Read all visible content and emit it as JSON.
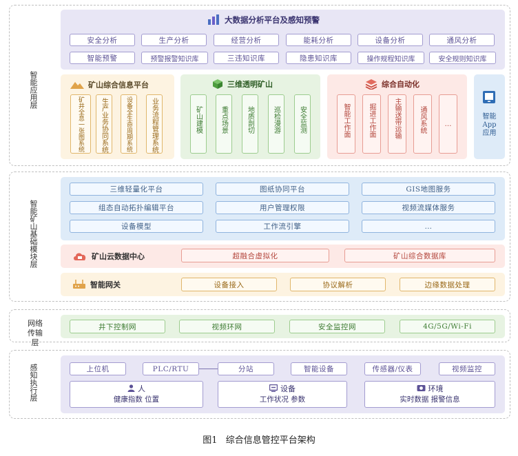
{
  "layers": {
    "app": "智能应用层",
    "base": "智能矿山基础模块层",
    "net": "网络传输层",
    "sense": "感知执行层"
  },
  "bigdata": {
    "title": "大数据分析平台及感知预警",
    "row1": [
      "安全分析",
      "生产分析",
      "经营分析",
      "能耗分析",
      "设备分析",
      "通风分析"
    ],
    "row2": [
      "智能预警",
      "预警报警知识库",
      "三违知识库",
      "隐患知识库",
      "操作规程知识库",
      "安全规则知识库"
    ]
  },
  "mine_info": {
    "title": "矿山综合信息平台",
    "items": [
      "矿井全息一张图系统",
      "生产业务协同系统",
      "设备全生命周期系统",
      "业务流程管理系统"
    ]
  },
  "transparent": {
    "title": "三维透明矿山",
    "items": [
      "矿山建模",
      "重点场景",
      "地质剖切",
      "巡检漫游",
      "安全监测"
    ]
  },
  "automation": {
    "title": "综合自动化",
    "items": [
      "智能工作面",
      "掘进工作面",
      "主输送带运输",
      "通风系统",
      "…"
    ]
  },
  "app_block": {
    "label1": "智能",
    "label2": "App",
    "label3": "应用"
  },
  "base_services": {
    "rows": [
      [
        "三维轻量化平台",
        "图纸协同平台",
        "GIS地图服务"
      ],
      [
        "组态自动拓扑编辑平台",
        "用户管理权限",
        "视频流媒体服务"
      ],
      [
        "设备模型",
        "工作流引擎",
        "…"
      ]
    ]
  },
  "cloud": {
    "title": "矿山云数据中心",
    "items": [
      "超融合虚拟化",
      "矿山综合数据库"
    ]
  },
  "gateway": {
    "title": "智能网关",
    "items": [
      "设备接入",
      "协议解析",
      "边缘数据处理"
    ]
  },
  "network": {
    "items": [
      "井下控制网",
      "视频环网",
      "安全监控网",
      "4G/5G/Wi-Fi"
    ]
  },
  "sensing": {
    "top": [
      "上位机",
      "PLC/RTU",
      "分站",
      "智能设备",
      "传感器/仪表",
      "视频监控"
    ],
    "groups": [
      {
        "title": "人",
        "desc": "健康指数 位置"
      },
      {
        "title": "设备",
        "desc": "工作状况 参数"
      },
      {
        "title": "环境",
        "desc": "实时数据 报警信息"
      }
    ]
  },
  "caption": {
    "fig": "图1",
    "text": "综合信息管控平台架构"
  },
  "colors": {
    "purple_bg": "#e8e6f5",
    "orange_bg": "#fdf3e1",
    "green_bg": "#e7f3e2",
    "red_bg": "#fde9e6",
    "blue_bg": "#deebf8",
    "app_blue": "#2f6db5"
  }
}
